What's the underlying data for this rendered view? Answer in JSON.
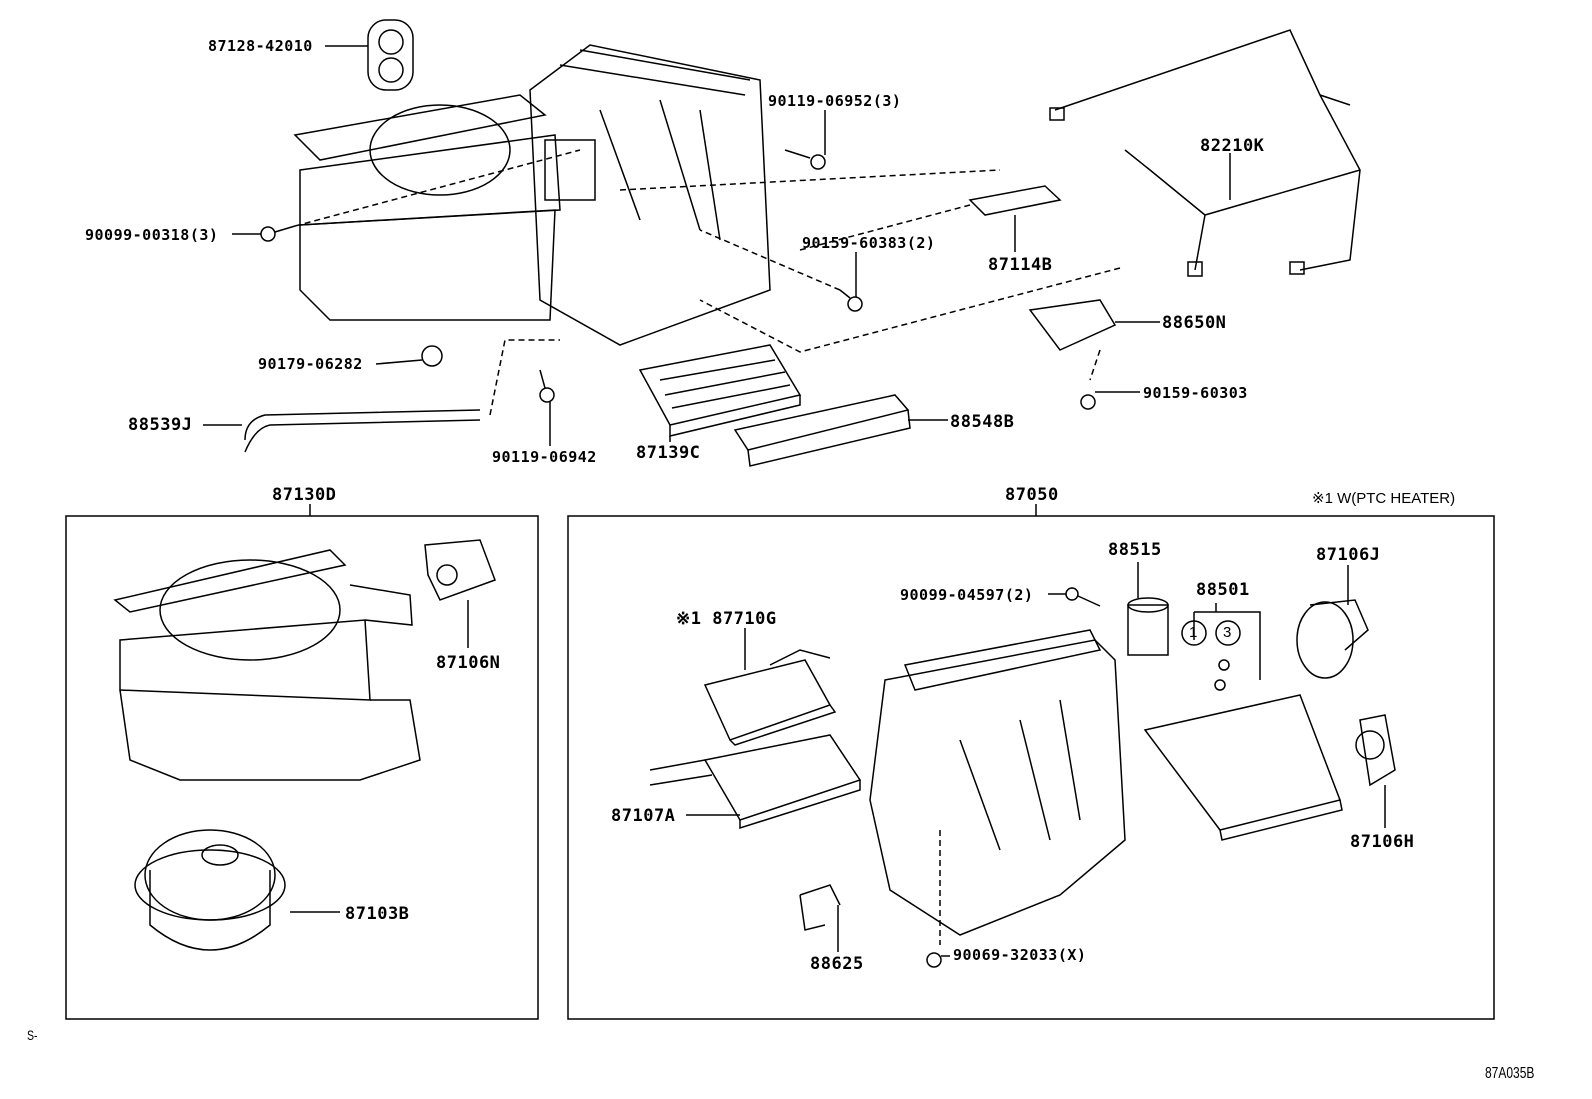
{
  "labels": {
    "p87128": "87128-42010",
    "p90119_06952": "90119-06952(3)",
    "p90099_00318": "90099-00318(3)",
    "p90159_60383": "90159-60383(2)",
    "p87114B": "87114B",
    "p82210K": "82210K",
    "p88650N": "88650N",
    "p90159_60303": "90159-60303",
    "p90179_06282": "90179-06282",
    "p88539J": "88539J",
    "p90119_06942": "90119-06942",
    "p87139C": "87139C",
    "p88548B": "88548B",
    "p87130D": "87130D",
    "p87050": "87050",
    "ptc_note": "※1 W(PTC HEATER)",
    "p87106N": "87106N",
    "p87103B": "87103B",
    "p88515": "88515",
    "p87106J": "87106J",
    "p90099_04597": "90099-04597(2)",
    "p88501": "88501",
    "p87710G": "※1 87710G",
    "p87107A": "87107A",
    "p87106H": "87106H",
    "p88625": "88625",
    "p90069_32033": "90069-32033(X)",
    "circle1": "1",
    "circle3": "3",
    "corner_left": "S-",
    "diagram_id": "87A035B"
  }
}
